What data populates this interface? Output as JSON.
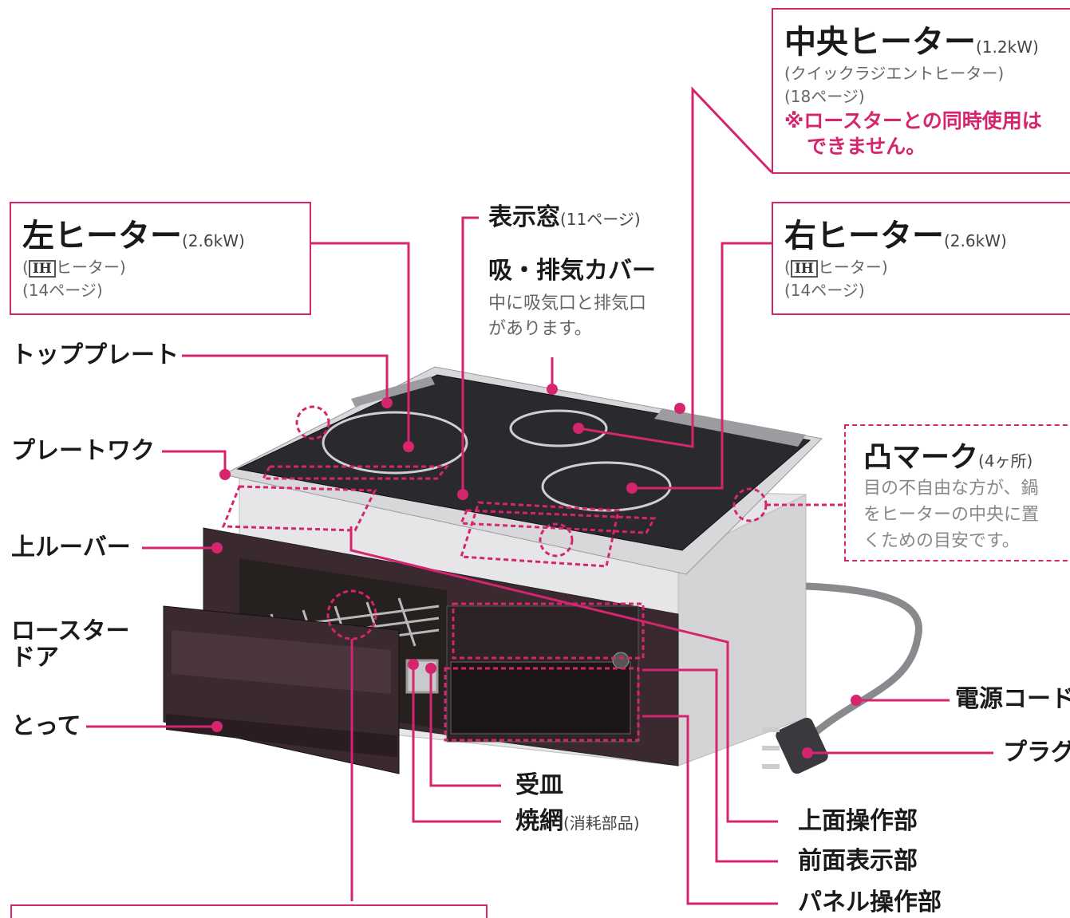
{
  "labels": {
    "center_heater": {
      "title": "中央ヒーター",
      "spec": "(1.2kW)",
      "type": "(クイックラジエントヒーター)",
      "page": "(18ページ)",
      "note_line1": "※ロースターとの同時使用は",
      "note_line2": "できません。"
    },
    "left_heater": {
      "title": "左ヒーター",
      "spec": "(2.6kW)",
      "type_prefix": "(",
      "type_badge": "IH",
      "type_suffix": "ヒーター)",
      "page": "(14ページ)"
    },
    "right_heater": {
      "title": "右ヒーター",
      "spec": "(2.6kW)",
      "type_prefix": "(",
      "type_badge": "IH",
      "type_suffix": "ヒーター)",
      "page": "(14ページ)"
    },
    "display_window": {
      "title": "表示窓",
      "page": "(11ページ)"
    },
    "vent_cover": {
      "title": "吸・排気カバー",
      "desc_line1": "中に吸気口と排気口",
      "desc_line2": "があります。"
    },
    "tactile_mark": {
      "title": "凸マーク",
      "count": "(4ヶ所)",
      "desc_line1": "目の不自由な方が、鍋",
      "desc_line2": "をヒーターの中央に置",
      "desc_line3": "くための目安です。"
    },
    "top_plate": "トッププレート",
    "plate_frame": "プレートワク",
    "upper_louver": "上ルーバー",
    "roaster_door_line1": "ロースター",
    "roaster_door_line2": "ドア",
    "handle": "とって",
    "drip_tray": "受皿",
    "grill_net": "焼網",
    "grill_net_note": "(消耗部品)",
    "top_controls": "上面操作部",
    "front_display": "前面表示部",
    "panel_controls": "パネル操作部",
    "power_cord": "電源コード",
    "plug": "プラグ"
  },
  "colors": {
    "accent": "#d4256e",
    "body_dark": "#3a2a30",
    "top_glass": "#2a2a2e",
    "frame_silver": "#d8d8da",
    "cabinet": "#e6e6e8"
  }
}
